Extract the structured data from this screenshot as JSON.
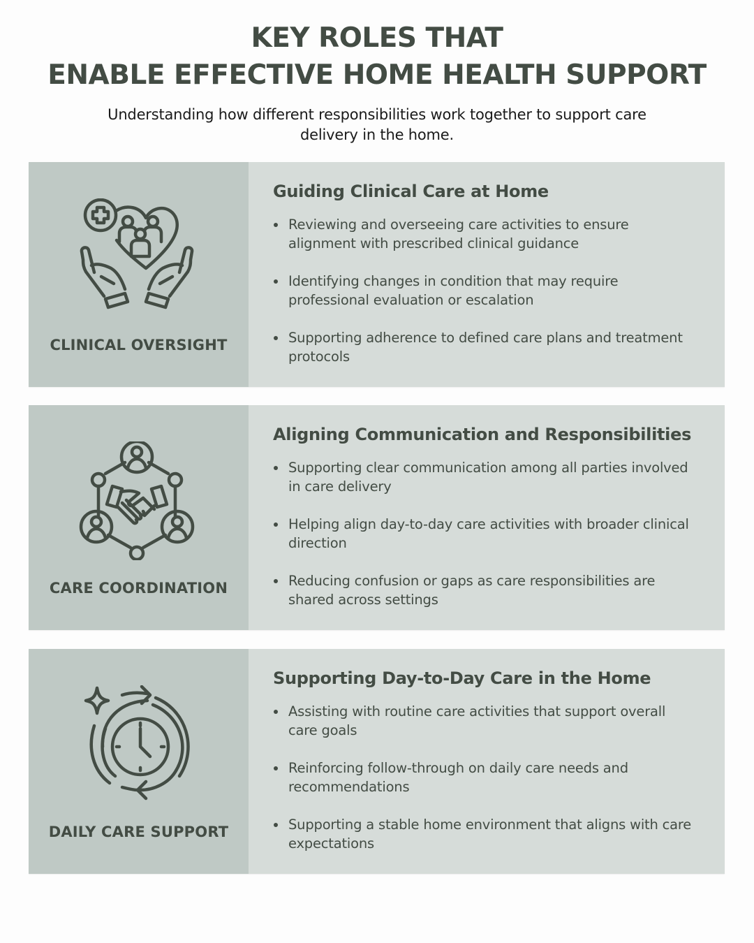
{
  "header": {
    "title_line1": "KEY ROLES THAT",
    "title_line2": "ENABLE EFFECTIVE HOME HEALTH SUPPORT",
    "subtitle": "Understanding how different responsibilities work together to support care delivery in the home."
  },
  "colors": {
    "text": "#434c44",
    "left_panel": "#bfc9c5",
    "right_panel": "#d6dcd9",
    "background": "#fdfdfd"
  },
  "roles": [
    {
      "label": "CLINICAL OVERSIGHT",
      "icon": "heart-family-hands-medical-icon",
      "heading": "Guiding Clinical Care at Home",
      "bullets": [
        "Reviewing and overseeing care activities to ensure alignment with prescribed clinical guidance",
        "Identifying changes in condition that may require professional evaluation or escalation",
        "Supporting adherence to defined care plans and treatment protocols"
      ]
    },
    {
      "label": "CARE COORDINATION",
      "icon": "handshake-network-icon",
      "heading": "Aligning Communication and Responsibilities",
      "bullets": [
        "Supporting clear communication among all parties involved in care delivery",
        "Helping align day-to-day care activities with broader clinical direction",
        "Reducing confusion or gaps as care responsibilities are shared across settings"
      ]
    },
    {
      "label": "DAILY CARE SUPPORT",
      "icon": "clock-cycle-sparkle-icon",
      "heading": "Supporting Day-to-Day Care in the Home",
      "bullets": [
        "Assisting with routine care activities that support overall care goals",
        "Reinforcing follow-through on daily care needs and recommendations",
        "Supporting a stable home environment that aligns with care expectations"
      ]
    }
  ]
}
